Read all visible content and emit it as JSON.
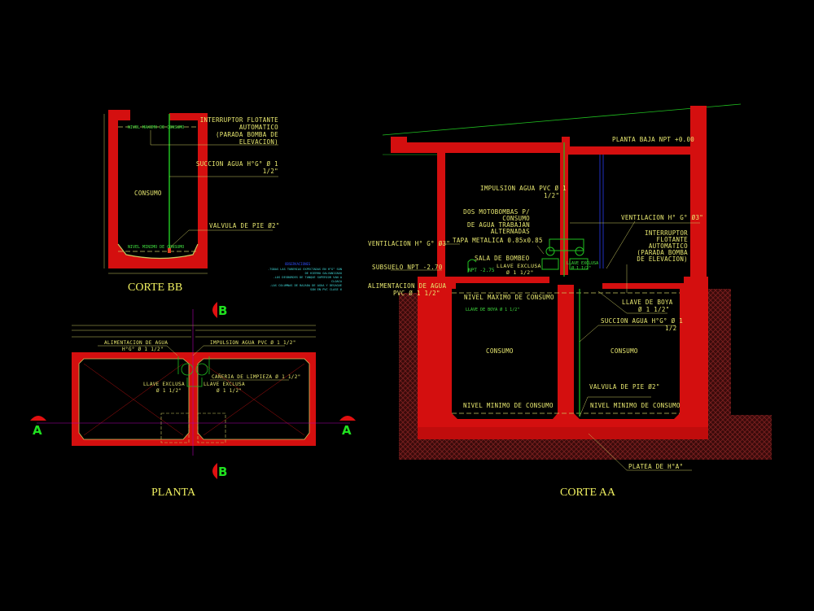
{
  "colors": {
    "background": "#000000",
    "concrete": "#d40f0f",
    "text": "#e8e870",
    "pipe": "#20c020",
    "earth": "#5a1212",
    "notes": "#40d8d8"
  },
  "corte_bb": {
    "title": "CORTE BB",
    "nivel_maximo": "NIVEL MAXIMO DE CONSUMO",
    "nivel_minimo": "NIVEL MINIMO DE CONSUMO",
    "consumo": "CONSUMO",
    "interruptor": [
      "INTERRUPTOR FLOTANTE",
      "AUTOMATICO",
      "(PARADA BOMBA DE",
      "ELEVACION)"
    ],
    "succion": [
      "SUCCION AGUA H°G° Ø 1",
      "1/2\""
    ],
    "valvula": "VALVULA DE PIE Ø2\"",
    "notes_title": "OBSERVACIONES",
    "notes": [
      "-TODAS LAS TUBERIAS EXPECTADAS EN H°G° SON",
      "DE HIERRO GALVANIZADO",
      "-LOS DESBORDES DE TANQUE SUPERIOR VAN A",
      "CLOACA",
      "-LAS COLUMNAS DE BAJADA DE AGUA Y DESAGUE",
      "SON EN PVC CLASE 6"
    ]
  },
  "planta": {
    "title": "PLANTA",
    "alimentacion": [
      "ALIMENTACION DE AGUA",
      "H°G° Ø 1 1/2\""
    ],
    "impulsion": "IMPULSION AGUA PVC Ø 1 1/2\"",
    "caneria": "CAÑERIA DE LIMPIEZA Ø 1 1/2\"",
    "llave_izq": [
      "LLAVE EXCLUSA",
      "Ø 1 1/2\""
    ],
    "llave_der": [
      "LLAVE EXCLUSA",
      "Ø 1 1/2\""
    ],
    "section_a": "A",
    "section_b": "B"
  },
  "corte_aa": {
    "title": "CORTE AA",
    "planta_baja": "PLANTA BAJA  NPT +0.00",
    "impulsion": [
      "IMPULSION AGUA PVC Ø 1",
      "1/2\""
    ],
    "motobombas": [
      "DOS MOTOBOMBAS P/",
      "CONSUMO",
      "DE AGUA TRABAJAN",
      "ALTERNADAS"
    ],
    "tapa": "TAPA METALICA 0.85x0.85",
    "sala": "SALA DE BOMBEO",
    "npt_sala": "NPT -2.75",
    "llave_exclusa": [
      "LLAVE EXCLUSA",
      "Ø 1 1/2\""
    ],
    "llave_exclusa2": [
      "LLAVE EXCLUSA",
      "Ø 1 1/2\""
    ],
    "ventilacion_izq": "VENTILACION H° G° Ø3\"",
    "ventilacion_der": "VENTILACION H° G° Ø3\"",
    "interruptor": [
      "INTERRUPTOR",
      "FLOTANTE",
      "AUTOMATICO",
      "(PARADA BOMBA",
      "DE ELEVACION)"
    ],
    "subsuelo": "SUBSUELO NPT -2.70",
    "alimentacion": [
      "ALIMENTACION DE AGUA",
      "PVC Ø 1 1/2\""
    ],
    "nivel_maximo": "NIVEL MAXIMO DE CONSUMO",
    "llave_boya_small": "LLAVE DE BOYA Ø 1 1/2\"",
    "llave_boya": [
      "LLAVE DE BOYA",
      "Ø 1 1/2\""
    ],
    "succion": [
      "SUCCION AGUA H°G° Ø 1",
      "1/2"
    ],
    "consumo": "CONSUMO",
    "valvula": "VALVULA DE PIE Ø2\"",
    "nivel_minimo": "NIVEL MINIMO DE CONSUMO",
    "platea": "PLATEA DE H°A°"
  }
}
